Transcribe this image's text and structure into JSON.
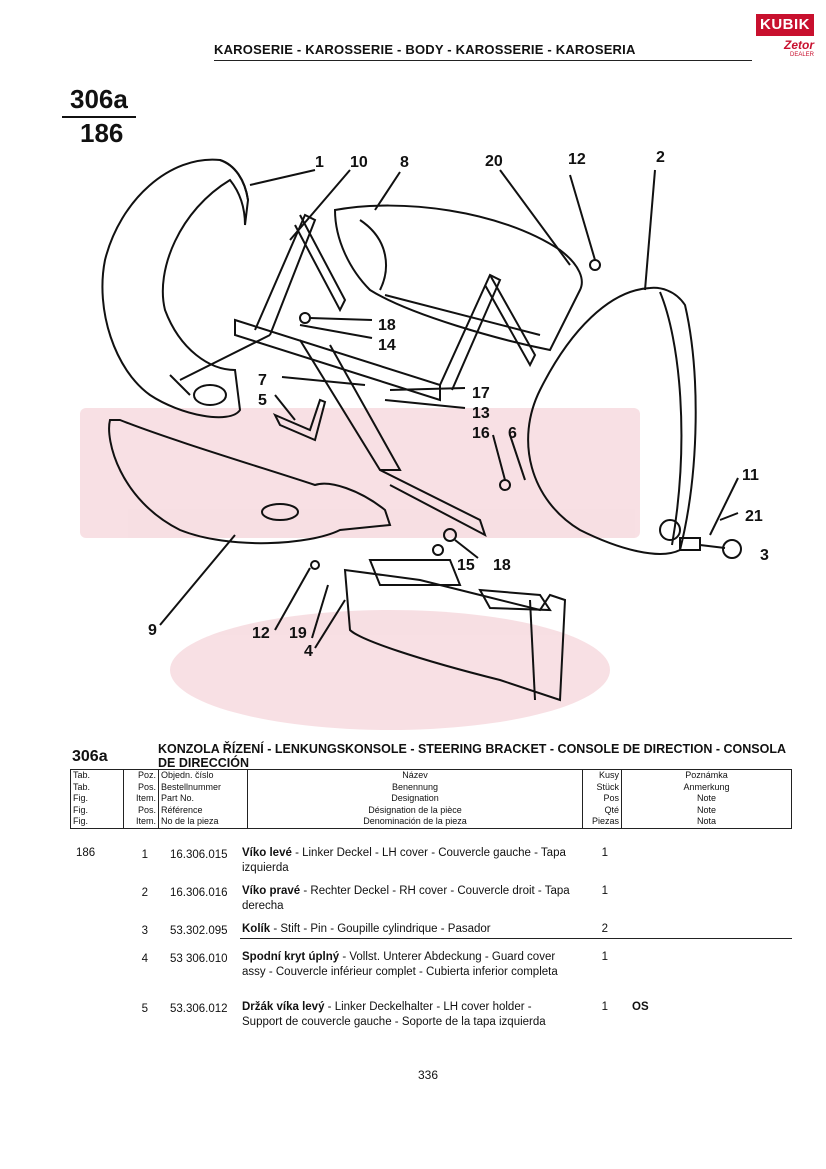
{
  "header": {
    "title": "KAROSERIE - KAROSSERIE - BODY - KAROSSERIE - KAROSERIA",
    "logo_top": "KUBIK",
    "logo_sub": "Zetor",
    "logo_tiny": "DEALER"
  },
  "figure": {
    "number": "306a",
    "sub": "186"
  },
  "diagram": {
    "callouts": [
      "1",
      "10",
      "8",
      "20",
      "12",
      "2",
      "18",
      "14",
      "7",
      "5",
      "17",
      "13",
      "16",
      "6",
      "11",
      "21",
      "3",
      "15",
      "18",
      "9",
      "12",
      "19",
      "4"
    ]
  },
  "section": {
    "number": "306a",
    "title": "KONZOLA ŘÍZENÍ - LENKUNGSKONSOLE - STEERING BRACKET - CONSOLE DE DIRECTION - CONSOLA DE DIRECCIÓN"
  },
  "table_header": {
    "tab": [
      "Tab.",
      "Tab.",
      "Fig.",
      "Fig.",
      "Fig."
    ],
    "pos": [
      "Poz.",
      "Pos.",
      "Item.",
      "Pos.",
      "Item."
    ],
    "number": [
      "Objedn. číslo",
      "Bestellnummer",
      "Part No.",
      "Référence",
      "No de la pieza"
    ],
    "name": [
      "Název",
      "Benennung",
      "Designation",
      "Désignation de la pièce",
      "Denominación de la pieza"
    ],
    "qty": [
      "Kusy",
      "Stück",
      "Pos",
      "Qté",
      "Piezas"
    ],
    "note": [
      "Poznámka",
      "Anmerkung",
      "Note",
      "Note",
      "Nota"
    ]
  },
  "rows": [
    {
      "tab": "186",
      "pos": "1",
      "number": "16.306.015",
      "name_bold": "Víko levé",
      "name_rest": " - Linker Deckel - LH cover - Couvercle gauche - Tapa izquierda",
      "qty": "1",
      "note": ""
    },
    {
      "tab": "",
      "pos": "2",
      "number": "16.306.016",
      "name_bold": "Víko pravé",
      "name_rest": " - Rechter Deckel - RH cover - Couvercle droit - Tapa derecha",
      "qty": "1",
      "note": ""
    },
    {
      "tab": "",
      "pos": "3",
      "number": "53.302.095",
      "name_bold": "Kolík",
      "name_rest": " - Stift - Pin - Goupille cylindrique - Pasador",
      "qty": "2",
      "note": ""
    },
    {
      "tab": "",
      "pos": "4",
      "number": "53 306.010",
      "name_bold": "Spodní kryt úplný",
      "name_rest": " - Vollst. Unterer Abdeckung - Guard cover assy - Couvercle inférieur complet - Cubierta inferior completa",
      "qty": "1",
      "note": ""
    },
    {
      "tab": "",
      "pos": "5",
      "number": "53.306.012",
      "name_bold": "Držák víka levý",
      "name_rest": " - Linker Deckelhalter - LH cover holder - Support de couvercle gauche - Soporte de la tapa izquierda",
      "qty": "1",
      "note": "OS"
    }
  ],
  "page_number": "336"
}
